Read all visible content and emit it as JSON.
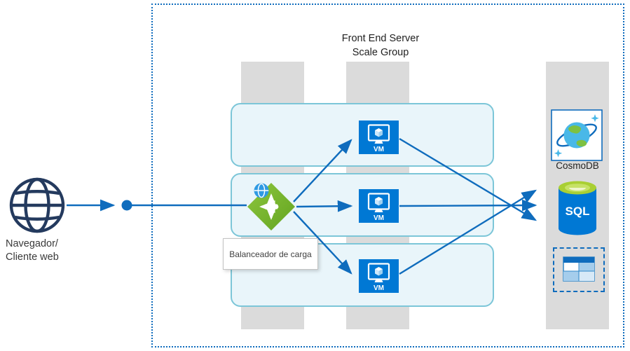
{
  "diagram": {
    "title_line1": "Front End Server",
    "title_line2": "Scale Group",
    "client": {
      "label_line1": "Navegador/",
      "label_line2": "Cliente web"
    },
    "load_balancer": {
      "tooltip": "Balanceador de carga"
    },
    "vm_label": "VM",
    "cosmos_db": {
      "label": "CosmoDB"
    },
    "sql": {
      "label": "SQL"
    }
  },
  "icons": {
    "client": "globe-icon",
    "entry_point": "dot-connector",
    "load_balancer": "load-balancer-icon",
    "virtual_machine": "vm-icon",
    "cosmos_db": "cosmos-db-icon",
    "sql_database": "sql-database-icon",
    "table_window": "table-window-icon"
  },
  "colors": {
    "connector_blue": "#0f6cbd",
    "boundary_blue": "#0f6cbd",
    "vm_blue": "#0078d4",
    "load_balancer_green": "#76b82a",
    "sql_top_lime": "#a9cf33",
    "column_gray": "#dbdbdb",
    "tier_fill": "#e9f5fa",
    "tier_border": "#7cc6d8",
    "globe_navy": "#243a5e"
  }
}
